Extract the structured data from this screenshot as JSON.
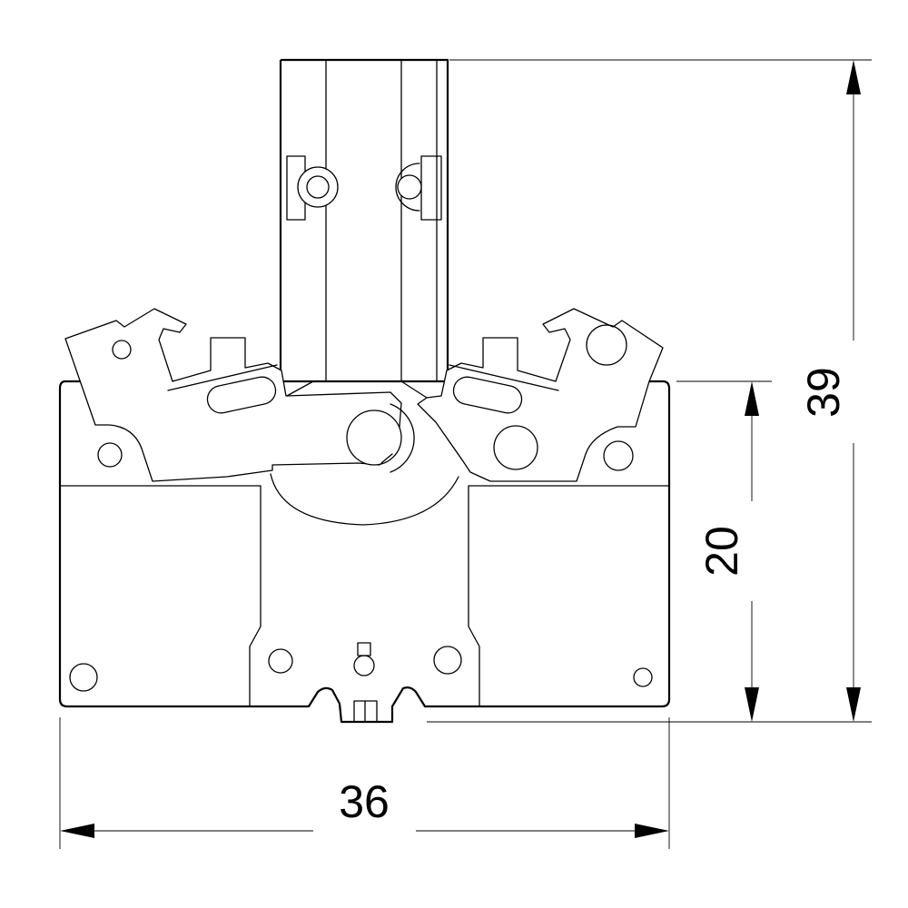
{
  "dimensions": {
    "width_label": "36",
    "height_label": "39",
    "body_height_label": "20"
  },
  "colors": {
    "stroke": "#000000",
    "background": "#ffffff"
  }
}
